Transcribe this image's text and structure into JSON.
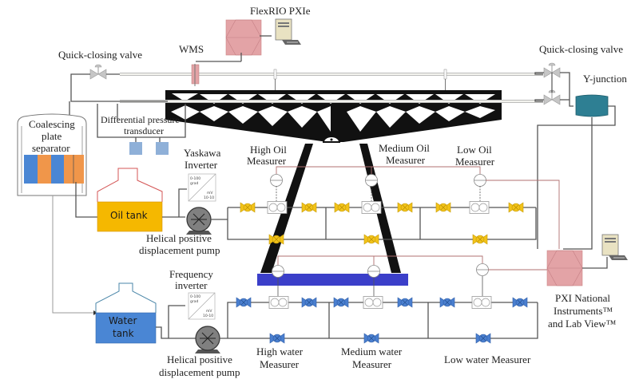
{
  "diagram": {
    "type": "flow-loop schematic",
    "labels": {
      "flexrio": "FlexRIO PXIe",
      "wms": "WMS",
      "qcv_left": "Quick-closing valve",
      "qcv_right": "Quick-closing valve",
      "y_junction": "Y-junction",
      "separator": [
        "Coalescing",
        "plate",
        "separator"
      ],
      "dp_transducer": [
        "Differential pressure",
        "transducer"
      ],
      "yaskawa": [
        "Yaskawa",
        "Inverter"
      ],
      "freq_inverter": [
        "Frequency",
        "inverter"
      ],
      "oil_tank": "Oil  tank",
      "water_tank": [
        "Water",
        "tank"
      ],
      "oil_pump": [
        "Helical positive",
        "displacement pump"
      ],
      "water_pump": [
        "Helical positive",
        "displacement pump"
      ],
      "high_oil": [
        "High Oil",
        "Measurer"
      ],
      "medium_oil": [
        "Medium Oil",
        "Measurer"
      ],
      "low_oil": [
        "Low Oil",
        "Measurer"
      ],
      "high_water": [
        "High water",
        "Measurer"
      ],
      "medium_water": [
        "Medium water",
        "Measurer"
      ],
      "low_water": "Low water Measurer",
      "pxi": [
        "PXI National",
        "Instruments™",
        "and Lab View™"
      ],
      "inverter_box": {
        "top": "0-100",
        "top2": "grad",
        "bot": "mV",
        "bot2": "10-10"
      }
    },
    "colors": {
      "oil": "#f5b800",
      "water": "#4a86d4",
      "water_valve": "#4a7fcf",
      "oil_valve": "#f2c31a",
      "daq_box": "#e3a3a6",
      "y_junction": "#2e7f93",
      "water_bar": "#3b3fc9",
      "separator_blue": "#4a86d4",
      "separator_orange": "#f0964a",
      "dp_box": "#8fb0d8"
    }
  }
}
